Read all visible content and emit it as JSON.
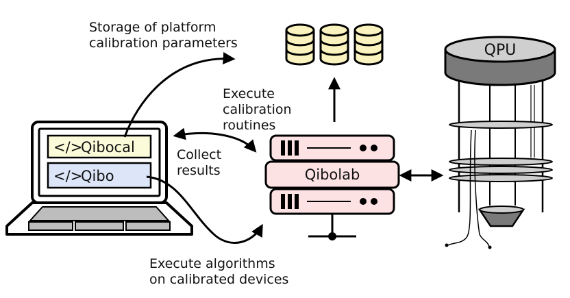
{
  "labels": {
    "storage_line1": "Storage of platform",
    "storage_line2": "calibration parameters",
    "execute_cal_line1": "Execute",
    "execute_cal_line2": "calibration",
    "execute_cal_line3": "routines",
    "collect_line1": "Collect",
    "collect_line2": "results",
    "execute_alg_line1": "Execute algorithms",
    "execute_alg_line2": "on calibrated devices"
  },
  "laptop": {
    "qibocal_label": "Qibocal",
    "qibo_label": "Qibo",
    "code_icon": "</>"
  },
  "server": {
    "label": "Qibolab"
  },
  "qpu": {
    "label": "QPU"
  },
  "colors": {
    "qibocal_bg": "#fbfbd9",
    "qibo_bg": "#dce6f8",
    "server_bg": "#fde2e4",
    "database_bg": "#fbf3bf",
    "qpu_top": "#cfcfcf",
    "qpu_side": "#7a7a7a",
    "laptop_keys": "#bdbdbd"
  }
}
